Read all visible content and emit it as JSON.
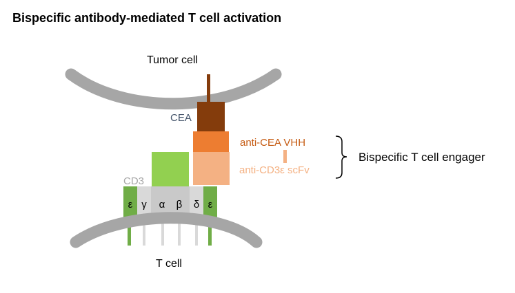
{
  "title": "Bispecific antibody-mediated T cell activation",
  "labels": {
    "tumor_cell": "Tumor cell",
    "t_cell": "T cell",
    "cea": "CEA",
    "anti_cea_vhh": "anti-CEA VHH",
    "anti_cd3_scfv": "anti-CD3ε scFv",
    "cd3": "CD3",
    "bispecific_engager": "Bispecific T cell engager"
  },
  "cd3_subunits": [
    "ε",
    "γ",
    "α",
    "β",
    "δ",
    "ε"
  ],
  "colors": {
    "membrane": "#a6a6a6",
    "cea": "#843c0c",
    "anti_cea_vhh": "#ed7d31",
    "anti_cd3_scfv": "#f4b183",
    "tcr_top": "#92d050",
    "cd3_epsilon": "#70ad47",
    "cd3_light": "#d9d9d9",
    "cd3_mid": "#c9c9c9",
    "cea_label": "#44546a",
    "cd3_label": "#a6a6a6"
  }
}
